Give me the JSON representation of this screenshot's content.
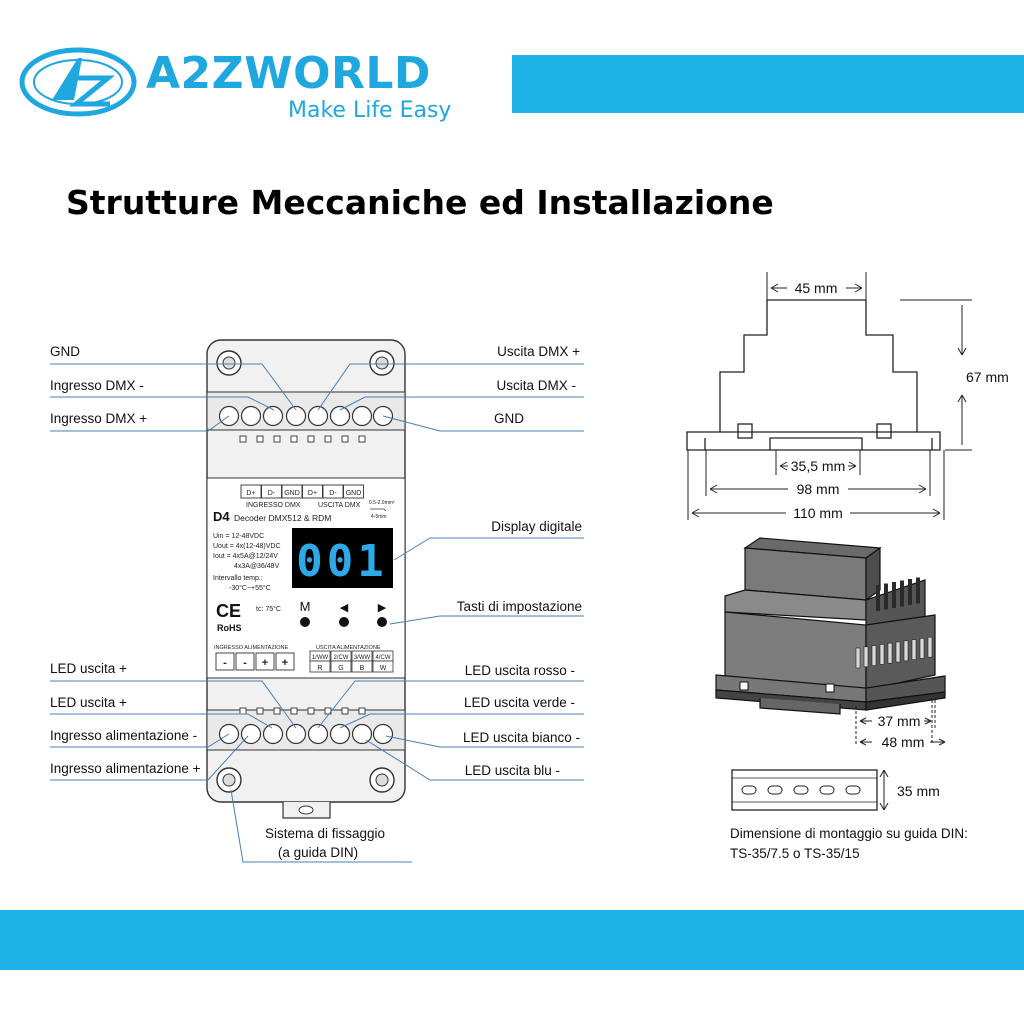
{
  "brand": {
    "name": "A2ZWORLD",
    "tagline": "Make Life Easy",
    "accent": "#1fb3e8"
  },
  "heading": "Strutture Meccaniche ed Installazione",
  "callouts_left": [
    "GND",
    "Ingresso DMX -",
    "Ingresso DMX +",
    "LED uscita +",
    "LED uscita +",
    "Ingresso alimentazione -",
    "Ingresso alimentazione +"
  ],
  "callouts_right": [
    "Uscita DMX +",
    "Uscita DMX -",
    "GND",
    "Display digitale",
    "Tasti di impostazione",
    "LED uscita rosso -",
    "LED uscita verde -",
    "LED uscita bianco -",
    "LED uscita blu -"
  ],
  "mount_label_1": "Sistema di fissaggio",
  "mount_label_2": "(a guida DIN)",
  "device": {
    "dmx_terminals": [
      "D+",
      "D-",
      "GND",
      "D+",
      "D-",
      "GND"
    ],
    "dmx_in_label": "INGRESSO DMX",
    "dmx_out_label": "USCITA DMX",
    "wire_spec_1": "0.5-2.0mm²",
    "wire_spec_2": "4-5mm",
    "model": "D4",
    "model_desc": "Decoder DMX512 & RDM",
    "specs": [
      "Uin = 12-48VDC",
      "Uout = 4x(12-48)VDC",
      "Iout = 4x5A@12/24V",
      "4x3A@36/48V",
      "Intervallo temp.:",
      "-30°C~+55°C"
    ],
    "display_value": "001",
    "button_labels": [
      "M",
      "◀",
      "▶"
    ],
    "ce": "CE",
    "rohs": "RoHS",
    "tc": "tc: 75°C",
    "power_in_label": "INGRESSO ALIMENTAZIONE",
    "power_in_terminals": [
      "-",
      "-",
      "+",
      "+"
    ],
    "led_out_label": "USCITA ALIMENTAZIONE",
    "led_out_top": [
      "1/WW",
      "2/CW",
      "3/WW",
      "4/CW"
    ],
    "led_out_bottom": [
      "R",
      "G",
      "B",
      "W"
    ]
  },
  "dimensions": {
    "top_width": "45 mm",
    "height": "67 mm",
    "inner_width": "35,5 mm",
    "mid_width": "98 mm",
    "total_width": "110 mm",
    "side_a": "37 mm",
    "side_b": "48 mm",
    "rail_height": "35 mm"
  },
  "rail_caption_1": "Dimensione di montaggio su guida DIN:",
  "rail_caption_2": "TS-35/7.5 o TS-35/15"
}
